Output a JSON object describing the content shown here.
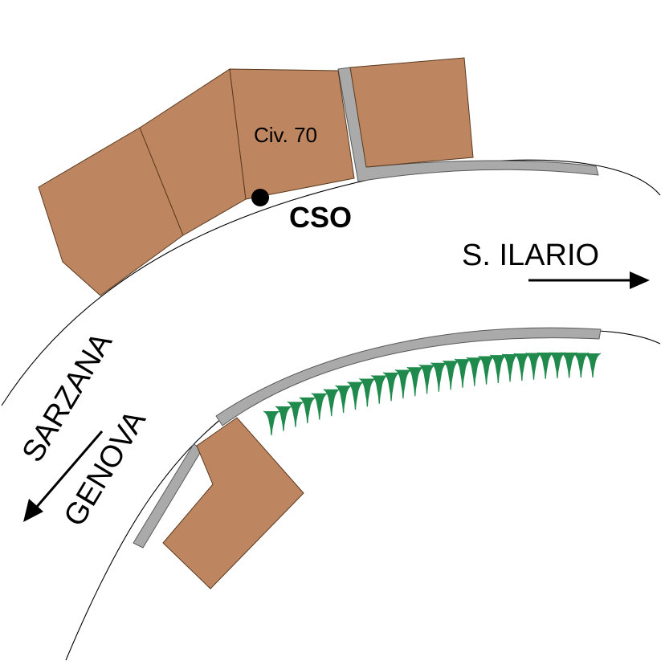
{
  "colors": {
    "building": "#bd8560",
    "sidewalk": "#aaaaaa",
    "vegetation": "#1f8a4c",
    "marker": "#000000",
    "road": "#000000"
  },
  "labels": {
    "civic_number": "Civ. 70",
    "marker_label": "CSO",
    "direction_east": "S. ILARIO",
    "direction_west_1": "SARZANA",
    "direction_west_2": "GENOVA"
  },
  "vegetation": {
    "type": "shrub-row"
  }
}
